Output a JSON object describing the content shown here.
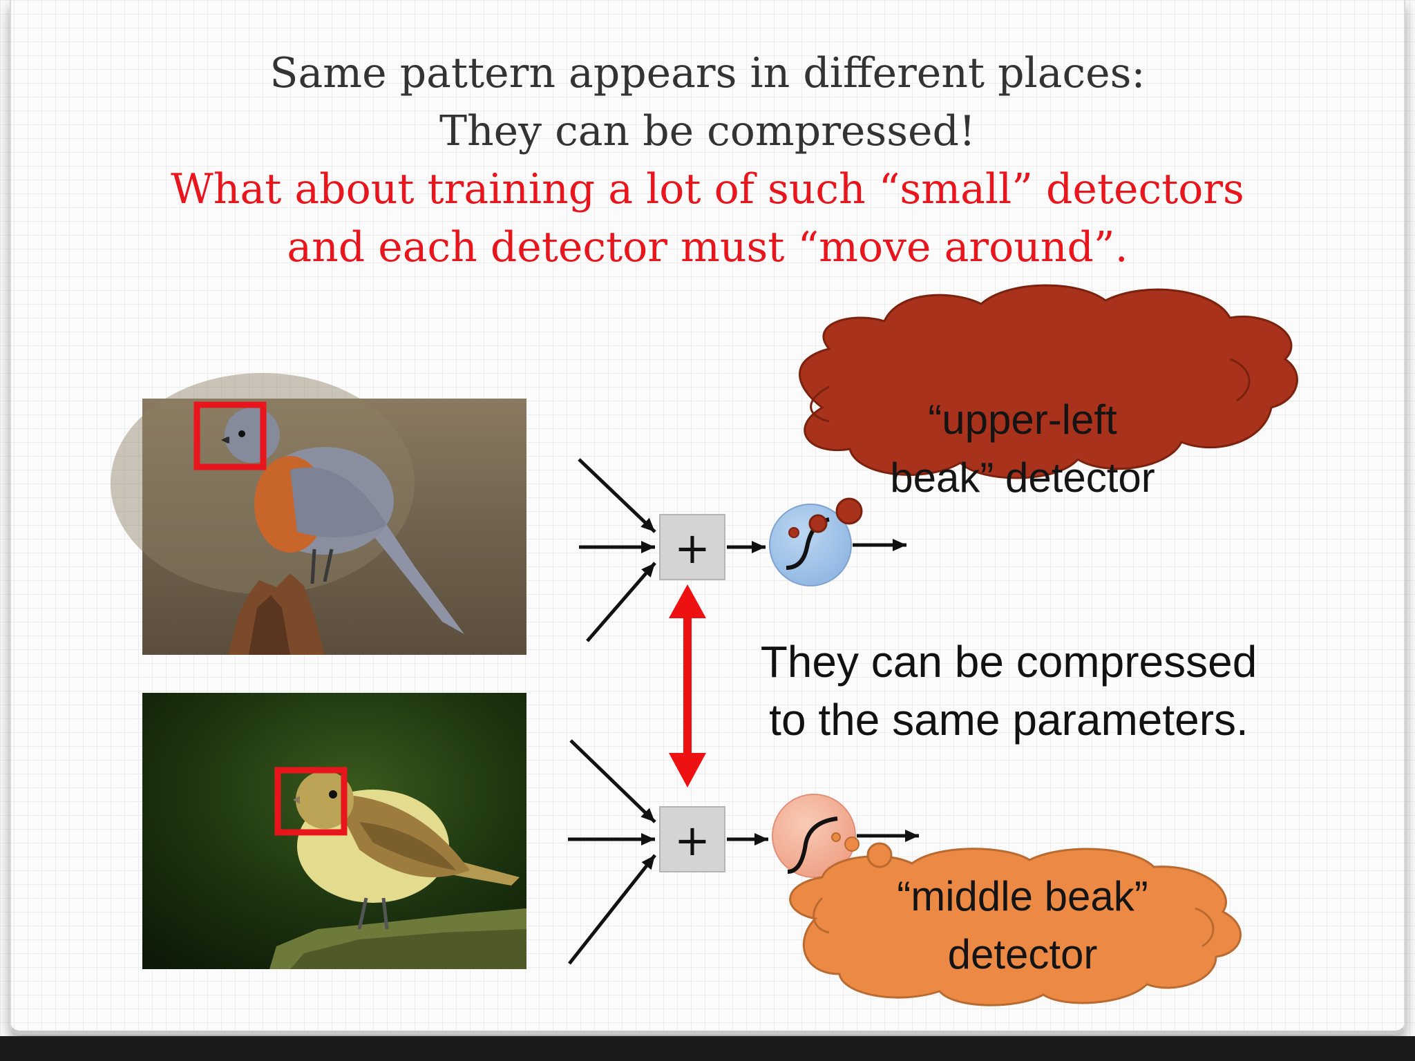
{
  "title": {
    "line1": "Same pattern appears in different places:",
    "line2": "They can be compressed!",
    "line3": "What about training a lot of such “small” detectors",
    "line4": "and each detector must “move around”."
  },
  "detector_top": {
    "cloud_line1": "“upper-left",
    "cloud_line2": "beak” detector",
    "sum_symbol": "+"
  },
  "detector_bottom": {
    "cloud_line1": "“middle beak”",
    "cloud_line2": "detector",
    "sum_symbol": "+"
  },
  "caption": {
    "line1": "They can be compressed",
    "line2": "to the same parameters."
  },
  "colors": {
    "title_red": "#e8161c",
    "highlight_box": "#e8161c",
    "arrow_red": "#ee1111",
    "cloud_top": "#a8321b",
    "cloud_bottom": "#ec8a45",
    "neuron_top": "#9cc2e8",
    "neuron_bottom": "#f2b8a0"
  }
}
